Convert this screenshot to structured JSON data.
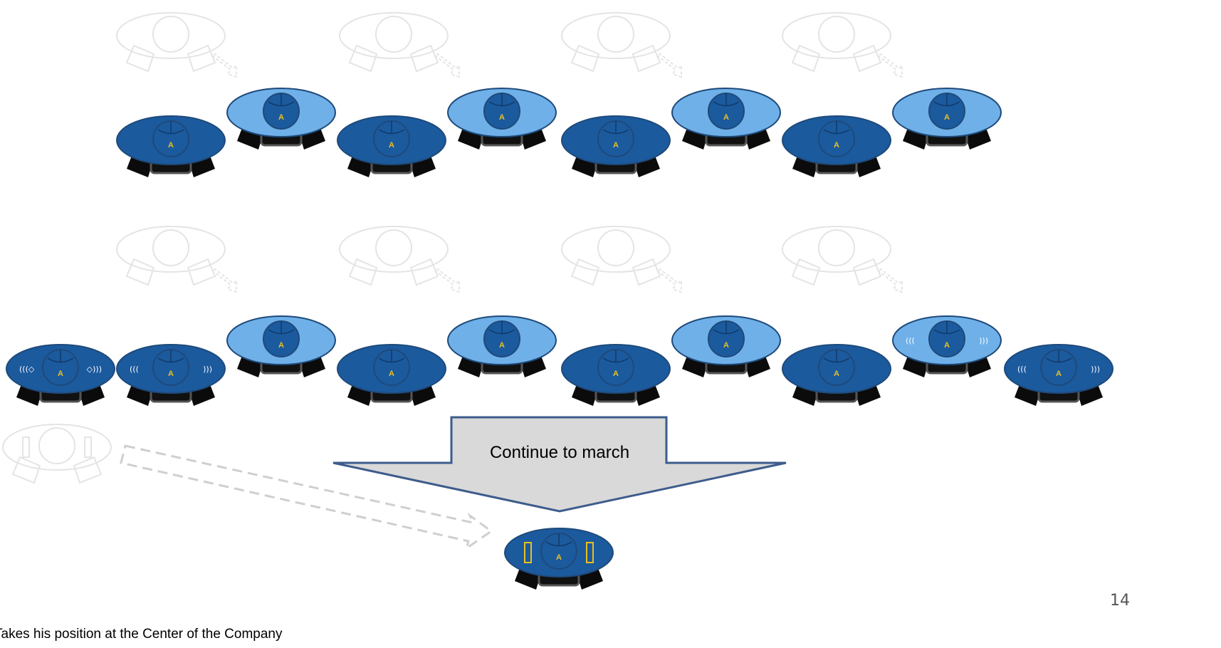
{
  "slide": {
    "page_number": "14",
    "caption": "Takes his position at the Center of the Company",
    "action_label": "Continue to march",
    "soldier_letter": "A"
  },
  "colors": {
    "dark_blue": "#1c5a9e",
    "light_blue": "#6fb0e8",
    "outline": "#1e4a7a",
    "letter": "#e8c01f",
    "boot": "#0b0b0b",
    "ghost": "#e4e4e4",
    "arrow_fill": "#d9d9d9",
    "arrow_stroke": "#3d5c8c",
    "dashed_arrow": "#cfcfcf",
    "insignia": "#e8c01f"
  },
  "formation": {
    "rows": [
      {
        "name": "row-1",
        "soldiers": [
          {
            "tone": "dark"
          },
          {
            "tone": "light"
          },
          {
            "tone": "dark"
          },
          {
            "tone": "light"
          },
          {
            "tone": "dark"
          },
          {
            "tone": "light"
          },
          {
            "tone": "dark"
          },
          {
            "tone": "light"
          }
        ],
        "ghosts": 4
      },
      {
        "name": "row-2",
        "soldiers": [
          {
            "tone": "dark",
            "badge": "chevrons-diamond"
          },
          {
            "tone": "dark",
            "badge": "chevrons"
          },
          {
            "tone": "light"
          },
          {
            "tone": "dark"
          },
          {
            "tone": "light"
          },
          {
            "tone": "dark"
          },
          {
            "tone": "light"
          },
          {
            "tone": "dark"
          },
          {
            "tone": "light",
            "badge": "chevrons"
          },
          {
            "tone": "dark",
            "badge": "chevrons"
          }
        ],
        "ghosts": 4
      }
    ],
    "officer": {
      "tone": "dark",
      "badge": "bars"
    }
  }
}
